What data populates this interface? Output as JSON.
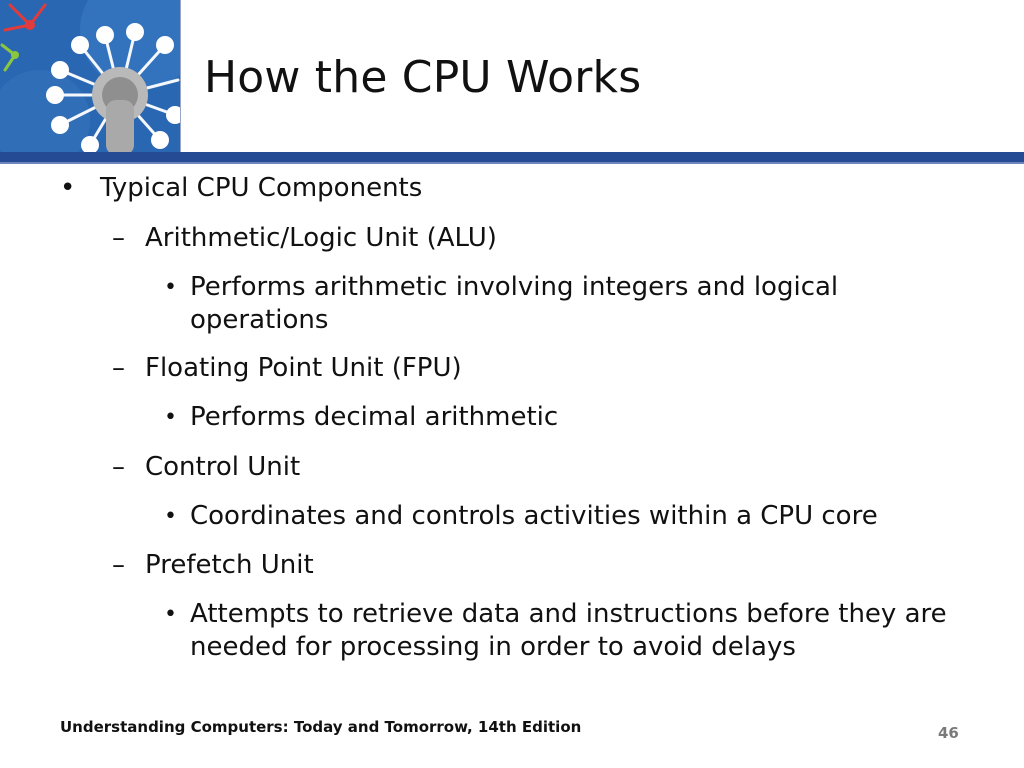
{
  "slide": {
    "title": "How the CPU Works",
    "bullets": [
      {
        "marker": "•",
        "text": "Typical CPU Components"
      },
      {
        "marker": "–",
        "text": "Arithmetic/Logic Unit (ALU)"
      },
      {
        "marker": "•",
        "text": "Performs arithmetic involving integers and logical operations"
      },
      {
        "marker": "–",
        "text": "Floating Point Unit (FPU)"
      },
      {
        "marker": "•",
        "text": "Performs decimal arithmetic"
      },
      {
        "marker": "–",
        "text": "Control Unit"
      },
      {
        "marker": "•",
        "text": "Coordinates and controls activities within a CPU core"
      },
      {
        "marker": "–",
        "text": "Prefetch Unit"
      },
      {
        "marker": "•",
        "text": "Attempts to retrieve data and instructions before they are needed for processing in order to avoid delays"
      }
    ],
    "footer": "Understanding Computers: Today and Tomorrow, 14th Edition",
    "page_number": "46"
  },
  "colors": {
    "header_bar": "#244b93",
    "corner_art_background": "#2a67b2"
  }
}
